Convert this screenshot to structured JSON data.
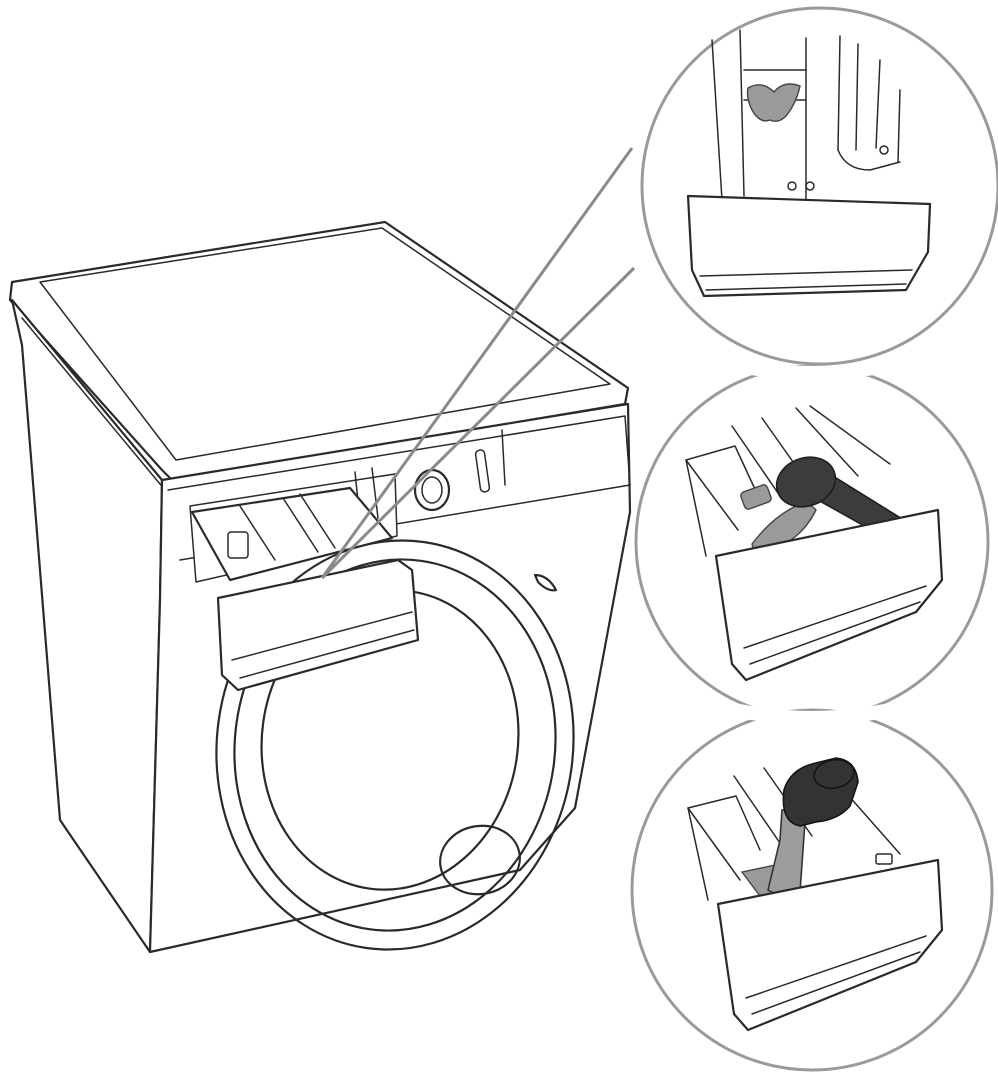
{
  "figure": {
    "colors": {
      "outline": "#2a2a2a",
      "callout": "#9a9a9a",
      "residue": "#9a9a9a",
      "brush": "#3c3c3c",
      "hose": "#9d9d9d",
      "nozzle": "#333333",
      "background": "#ffffff"
    },
    "icons": [
      "washing-machine",
      "detergent-drawer",
      "cleaning-brush",
      "water-hose"
    ],
    "callouts": 3
  }
}
